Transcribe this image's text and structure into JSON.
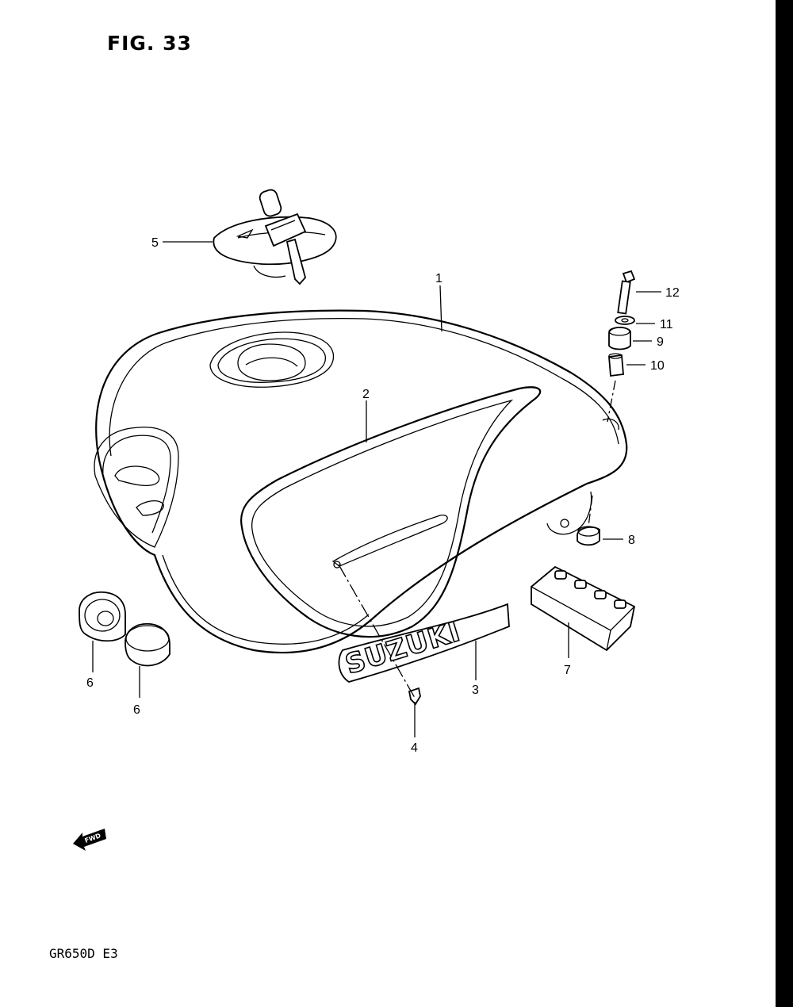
{
  "figure": {
    "title": "FIG. 33",
    "model_code": "GR650D  E3"
  },
  "badge": {
    "text": "SUZUKI"
  },
  "fwd_arrow": {
    "text": "FWD"
  },
  "callouts": [
    "1",
    "2",
    "3",
    "4",
    "5",
    "6",
    "6",
    "7",
    "8",
    "9",
    "10",
    "11",
    "12"
  ]
}
